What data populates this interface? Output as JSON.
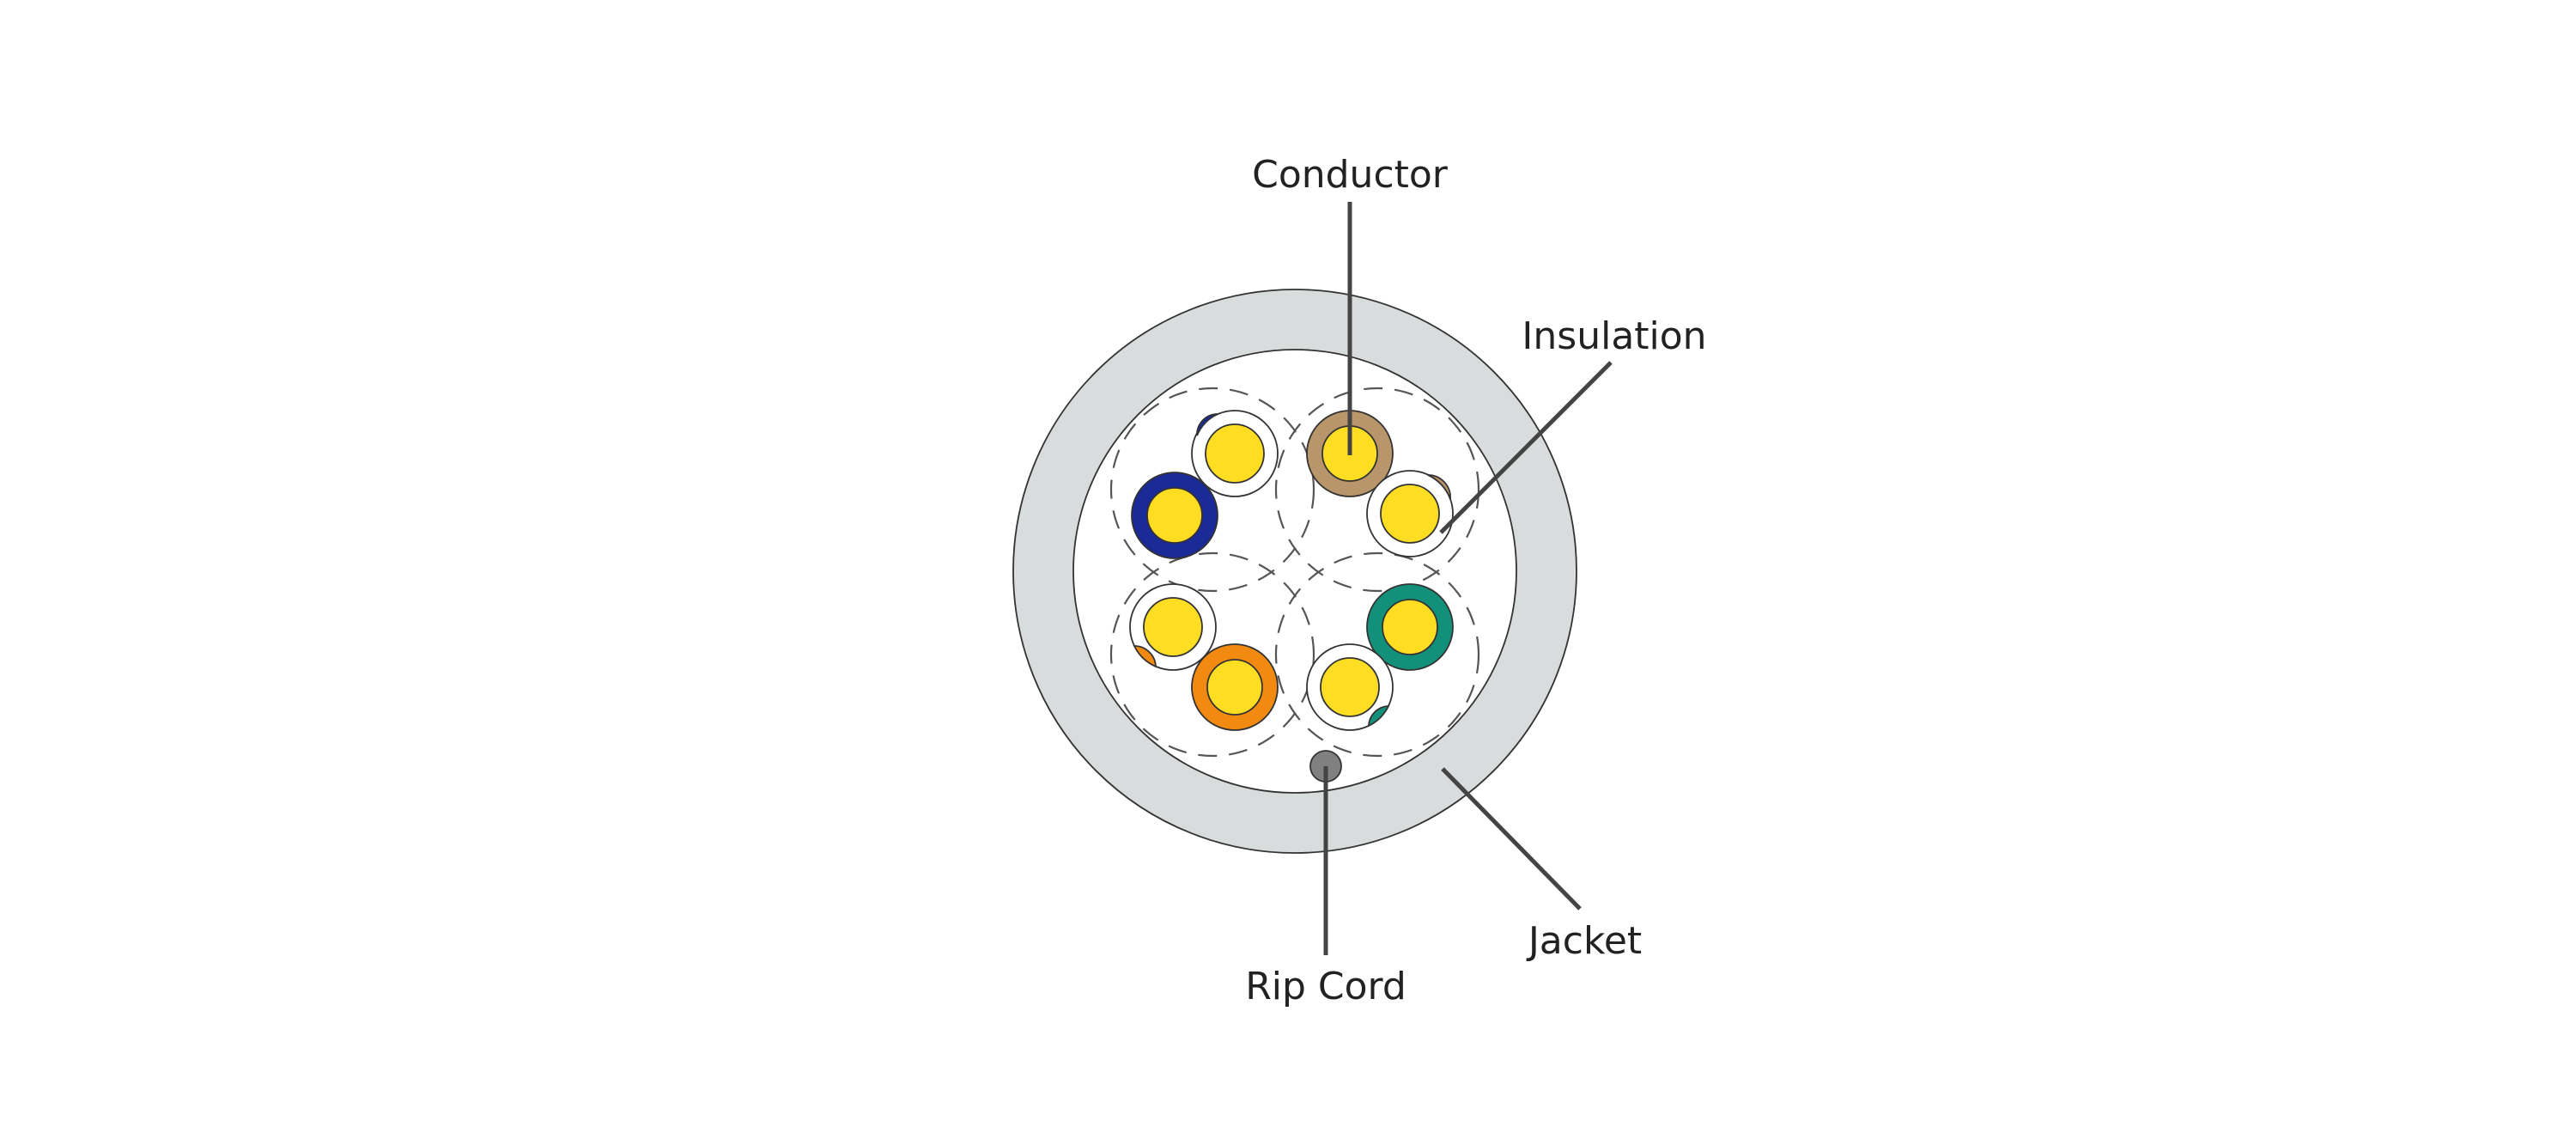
{
  "labels": {
    "conductor": "Conductor",
    "insulation": "Insulation",
    "jacket": "Jacket",
    "rip_cord": "Rip Cord"
  },
  "colors": {
    "jacket": "#d9dcdc",
    "core": "#ffffff",
    "conductor": "#ffdd22",
    "rip_cord": "#808080",
    "brown": "#b8956a",
    "blue": "#1a2a96",
    "green": "#13907a",
    "orange": "#f28a12",
    "white_insulation": "#ffffff"
  },
  "pairs": [
    {
      "name": "blue",
      "solid": "blue"
    },
    {
      "name": "brown",
      "solid": "brown"
    },
    {
      "name": "orange",
      "solid": "orange"
    },
    {
      "name": "green",
      "solid": "green"
    }
  ]
}
